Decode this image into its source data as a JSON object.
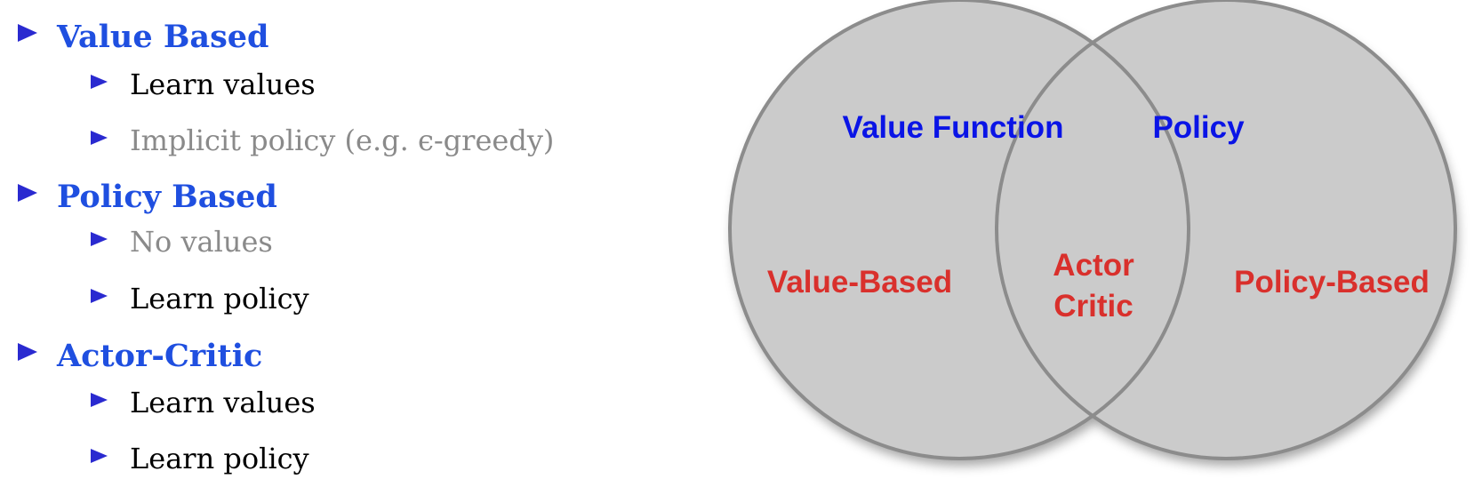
{
  "bullets": [
    {
      "label": "Value Based",
      "children": [
        {
          "label": "Learn values",
          "muted": false
        },
        {
          "label": "Implicit policy (e.g. ϵ-greedy)",
          "muted": true
        }
      ]
    },
    {
      "label": "Policy Based",
      "children": [
        {
          "label": "No values",
          "muted": true
        },
        {
          "label": "Learn policy",
          "muted": false
        }
      ]
    },
    {
      "label": "Actor-Critic",
      "children": [
        {
          "label": "Learn values",
          "muted": false
        },
        {
          "label": "Learn policy",
          "muted": false
        }
      ]
    }
  ],
  "venn": {
    "left_circle_label": "Value Function",
    "right_circle_label": "Policy",
    "left_region": "Value-Based",
    "intersection_line1": "Actor",
    "intersection_line2": "Critic",
    "right_region": "Policy-Based"
  },
  "colors": {
    "heading_blue": "#1f4fe0",
    "bullet_triangle": "#2a2ad0",
    "venn_label_blue": "#0a14e6",
    "venn_region_red": "#d9302c",
    "circle_fill": "#cbcbcb",
    "circle_stroke": "#8c8c8c",
    "muted_text": "#8a8a8a"
  }
}
